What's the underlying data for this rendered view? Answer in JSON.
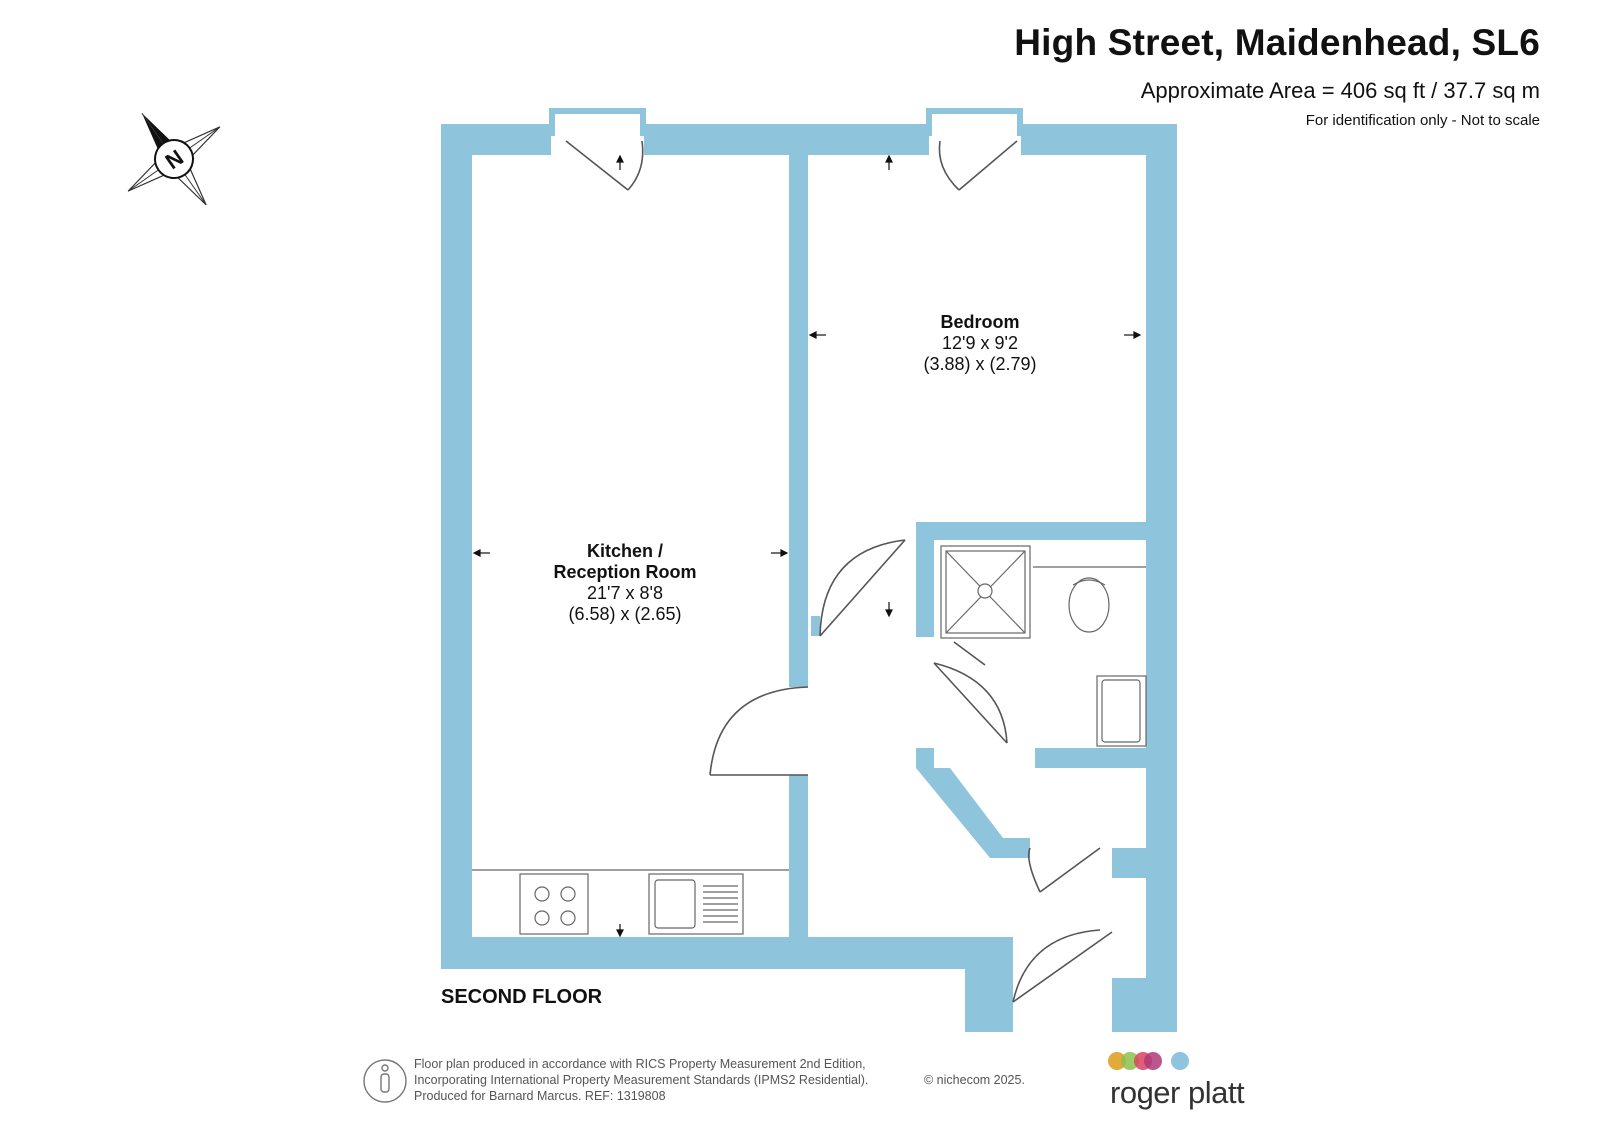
{
  "header": {
    "title": "High Street, Maidenhead, SL6",
    "area": "Approximate Area = 406 sq ft / 37.7 sq m",
    "note": "For identification only - Not to scale"
  },
  "compass": {
    "label": "N"
  },
  "rooms": [
    {
      "name_line1": "Kitchen /",
      "name_line2": "Reception Room",
      "imperial": "21'7 x 8'8",
      "metric": "(6.58) x (2.65)"
    },
    {
      "name_line1": "Bedroom",
      "name_line2": "",
      "imperial": "12'9 x 9'2",
      "metric": "(3.88) x (2.79)"
    }
  ],
  "floor_label": "SECOND FLOOR",
  "footer": {
    "line1": "Floor plan produced in accordance with RICS Property Measurement 2nd Edition,",
    "line2": "Incorporating International Property Measurement Standards (IPMS2 Residential).",
    "line3": "Produced for Barnard Marcus.   REF:  1319808",
    "copyright": "© nichecom 2025."
  },
  "brand": {
    "name": "roger platt",
    "dot_colors": [
      "#e2a93b",
      "#8dbf4f",
      "#d8445e",
      "#b03a7a",
      "#8ec5dd"
    ]
  },
  "colors": {
    "wall": "#8ec5dd",
    "line": "#555555"
  }
}
